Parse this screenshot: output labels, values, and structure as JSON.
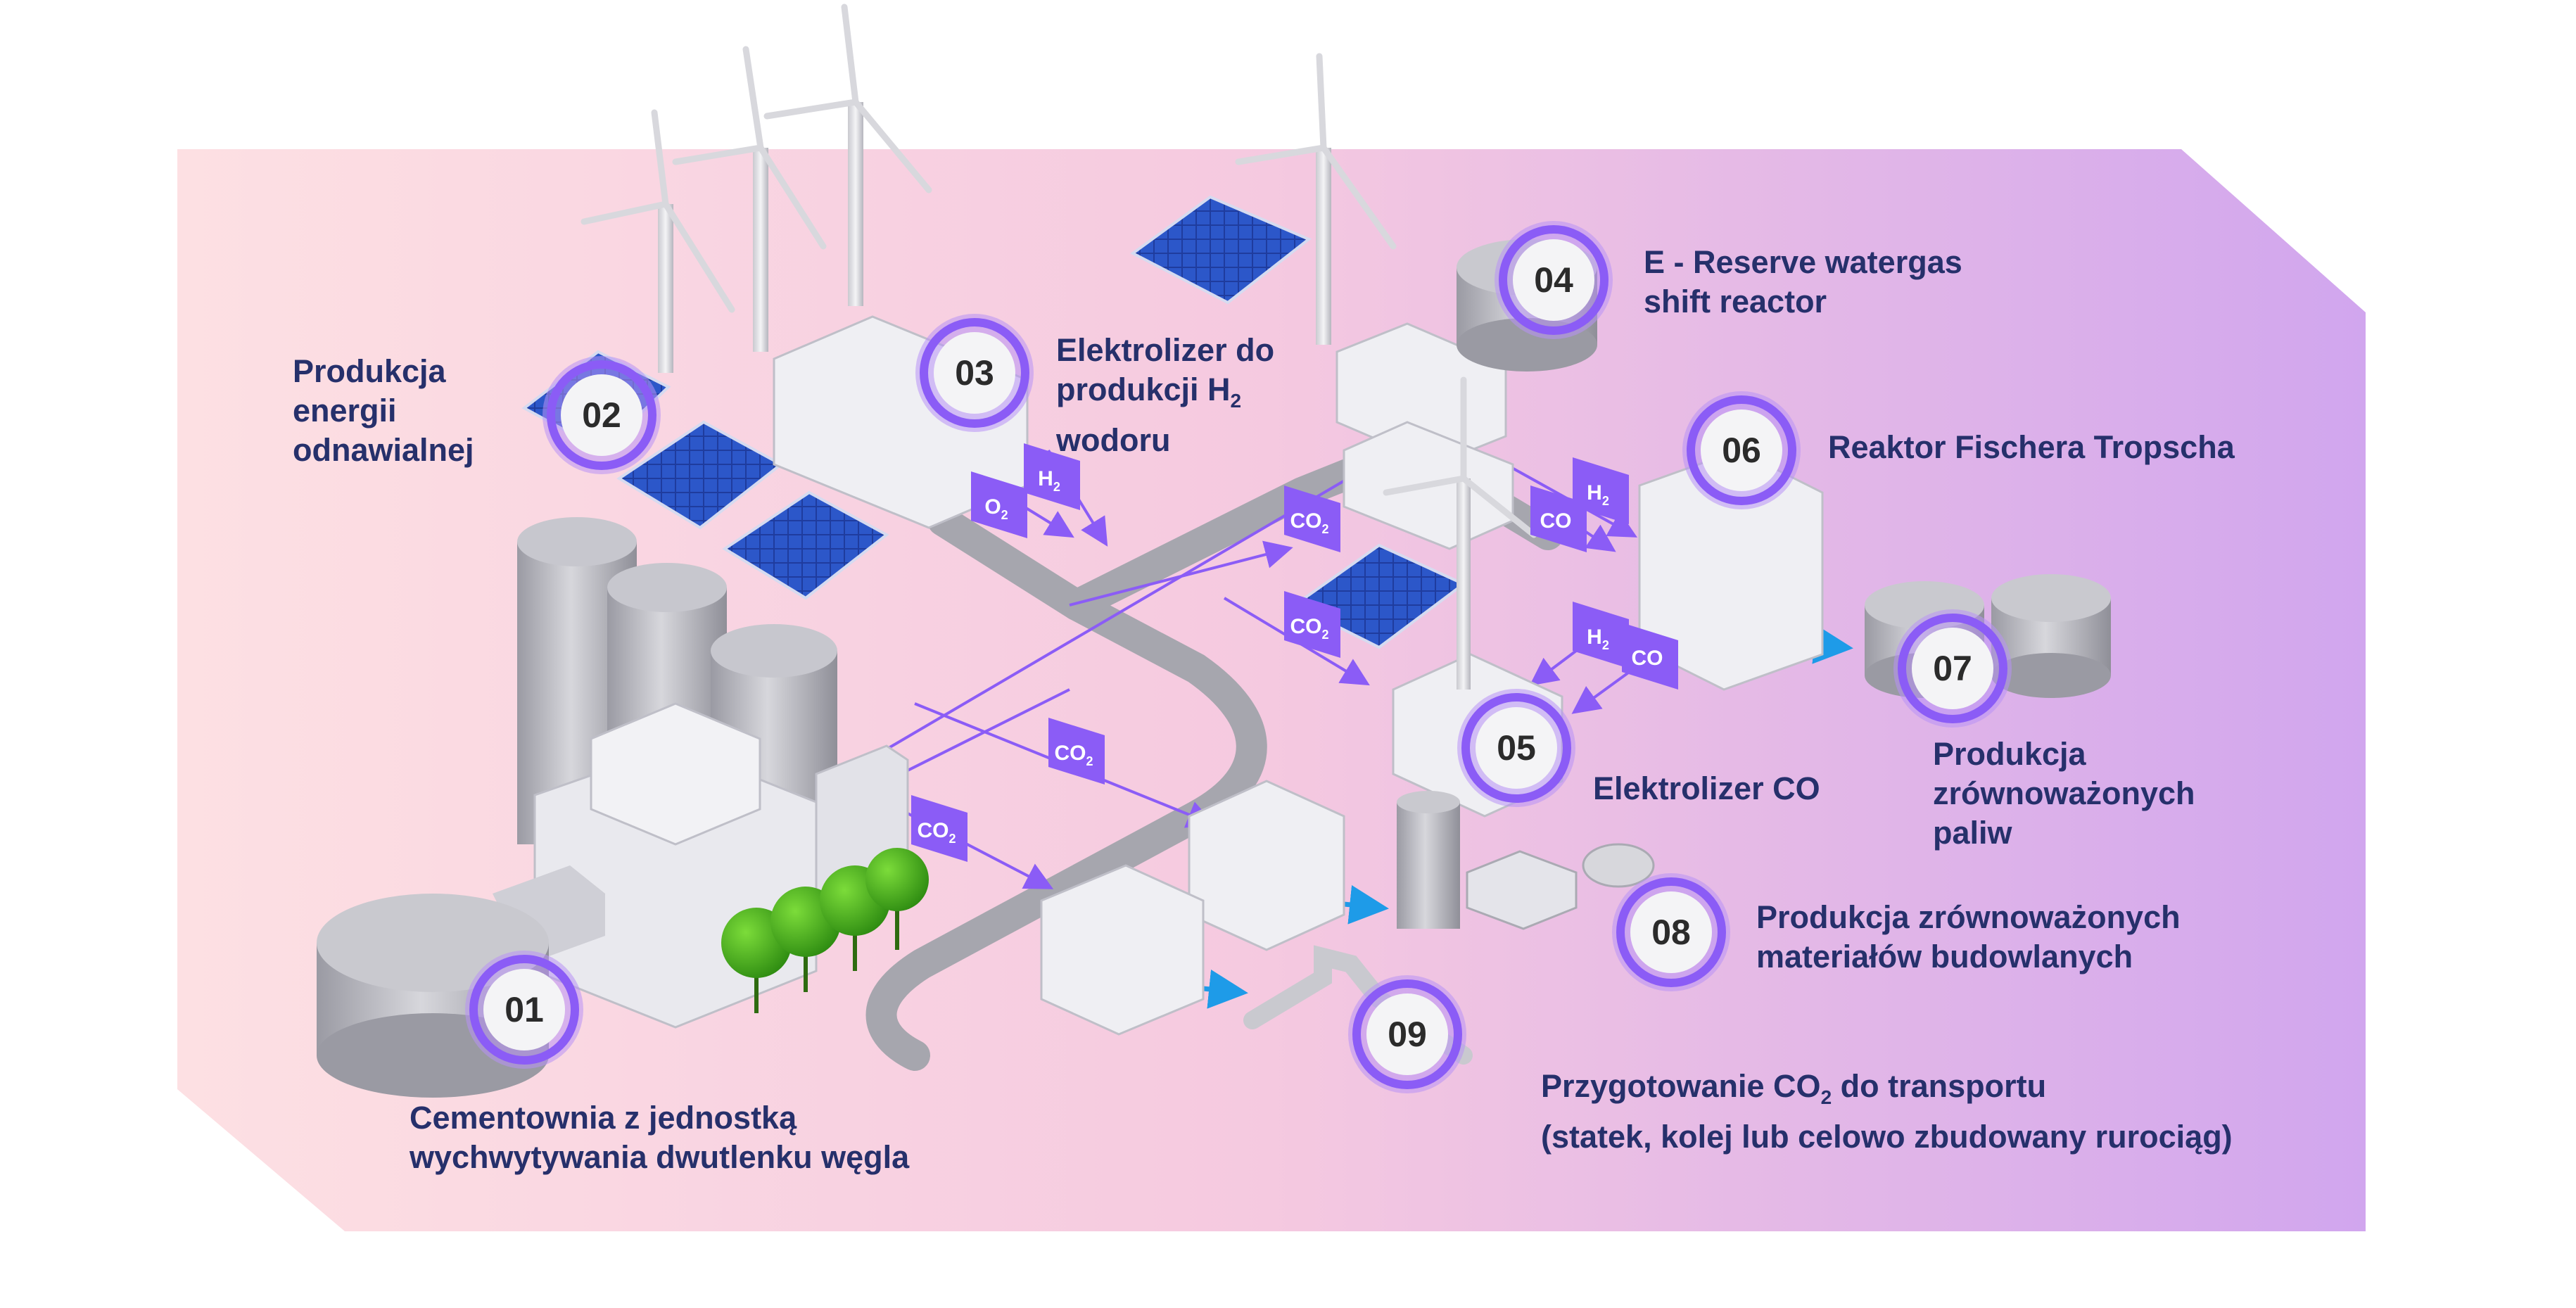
{
  "colors": {
    "bg_left": "#fde0e3",
    "bg_mid": "#f7c6dd",
    "bg_right": "#d4a8ec",
    "accent": "#8b5cf6",
    "label_text": "#26306b",
    "arrow_blue": "#1e9be8"
  },
  "steps": [
    {
      "num": "01",
      "lines": [
        "Cementownia z jednostką",
        "wychwytywania dwutlenku węgla"
      ]
    },
    {
      "num": "02",
      "lines": [
        "Produkcja",
        "energii",
        "odnawialnej"
      ]
    },
    {
      "num": "03",
      "lines": [
        "Elektrolizer do",
        "produkcji H",
        "wodoru"
      ],
      "sub": "2"
    },
    {
      "num": "04",
      "lines": [
        "E - Reserve watergas",
        "shift reactor"
      ]
    },
    {
      "num": "05",
      "lines": [
        "Elektrolizer CO"
      ]
    },
    {
      "num": "06",
      "lines": [
        "Reaktor Fischera Tropscha"
      ]
    },
    {
      "num": "07",
      "lines": [
        "Produkcja",
        "zrównoważonych",
        "paliw"
      ]
    },
    {
      "num": "08",
      "lines": [
        "Produkcja zrównoważonych",
        "materiałów budowlanych"
      ]
    },
    {
      "num": "09",
      "lines": [
        "Przygotowanie CO",
        " do transportu",
        "(statek, kolej lub celowo zbudowany rurociąg)"
      ],
      "sub": "2"
    }
  ],
  "flow_tags": [
    {
      "text": "O",
      "sub": "2"
    },
    {
      "text": "H",
      "sub": "2"
    },
    {
      "text": "CO",
      "sub": "2"
    },
    {
      "text": "CO",
      "sub": "2"
    },
    {
      "text": "CO",
      "sub": "2"
    },
    {
      "text": "CO",
      "sub": "2"
    },
    {
      "text": "CO",
      "sub": ""
    },
    {
      "text": "H",
      "sub": "2"
    },
    {
      "text": "H",
      "sub": "2"
    },
    {
      "text": "CO",
      "sub": ""
    }
  ]
}
